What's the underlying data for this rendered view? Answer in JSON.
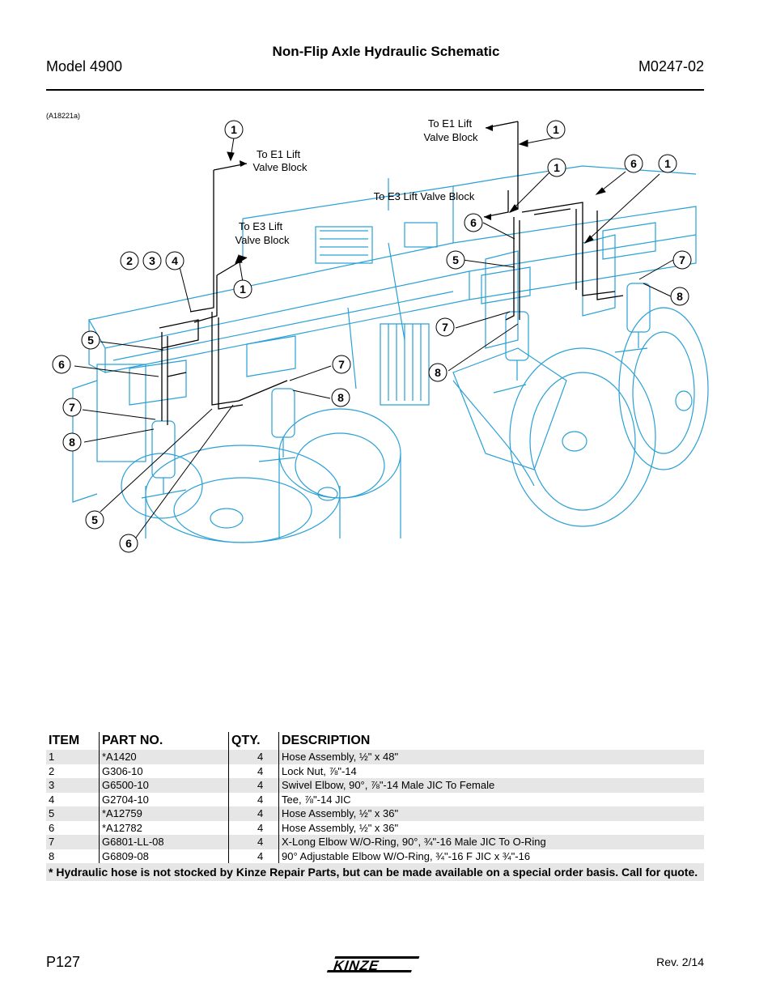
{
  "header": {
    "title": "Non-Flip Axle Hydraulic Schematic",
    "model": "Model 4900",
    "doc_code": "M0247-02"
  },
  "figure": {
    "figure_id": "(A18221a)",
    "labels": {
      "e1_left_1": "To E1 Lift",
      "e1_left_2": "Valve Block",
      "e3_left_1": "To E3 Lift",
      "e3_left_2": "Valve Block",
      "e1_right_1": "To E1 Lift",
      "e1_right_2": "Valve Block",
      "e3_right": "To E3 Lift Valve Block"
    },
    "callouts": {
      "c_1a": "1",
      "c_1b": "1",
      "c_1c": "1",
      "c_1d": "1",
      "c_1e": "1",
      "c_2": "2",
      "c_3": "3",
      "c_4": "4",
      "c_5a": "5",
      "c_5b": "5",
      "c_5c": "5",
      "c_6a": "6",
      "c_6b": "6",
      "c_6c": "6",
      "c_6d": "6",
      "c_7a": "7",
      "c_7b": "7",
      "c_7c": "7",
      "c_7d": "7",
      "c_8a": "8",
      "c_8b": "8",
      "c_8c": "8",
      "c_8d": "8"
    },
    "colors": {
      "machine_line": "#2aa0d6",
      "hose_line": "#000000"
    }
  },
  "parts_table": {
    "headers": {
      "item": "ITEM",
      "part_no": "PART NO.",
      "qty": "QTY.",
      "description": "DESCRIPTION"
    },
    "rows": [
      {
        "item": "1",
        "part_no": "*A1420",
        "qty": "4",
        "description": "Hose Assembly, ½\" x 48\""
      },
      {
        "item": "2",
        "part_no": "G306-10",
        "qty": "4",
        "description": "Lock Nut, ⅞\"-14"
      },
      {
        "item": "3",
        "part_no": "G6500-10",
        "qty": "4",
        "description": "Swivel Elbow, 90°, ⅞\"-14 Male JIC To Female"
      },
      {
        "item": "4",
        "part_no": "G2704-10",
        "qty": "4",
        "description": "Tee, ⅞\"-14 JIC"
      },
      {
        "item": "5",
        "part_no": "*A12759",
        "qty": "4",
        "description": "Hose Assembly, ½\" x 36\""
      },
      {
        "item": "6",
        "part_no": "*A12782",
        "qty": "4",
        "description": "Hose Assembly, ½\" x 36\""
      },
      {
        "item": "7",
        "part_no": "G6801-LL-08",
        "qty": "4",
        "description": "X-Long Elbow W/O-Ring, 90°, ¾\"-16 Male JIC To O-Ring"
      },
      {
        "item": "8",
        "part_no": "G6809-08",
        "qty": "4",
        "description": "90° Adjustable Elbow W/O-Ring, ¾\"-16 F JIC x ¾\"-16"
      }
    ],
    "note": "* Hydraulic hose is not stocked by Kinze Repair Parts, but can be made available on a special order basis. Call for quote."
  },
  "footer": {
    "page": "P127",
    "logo_text": "KINZE",
    "revision": "Rev. 2/14"
  }
}
